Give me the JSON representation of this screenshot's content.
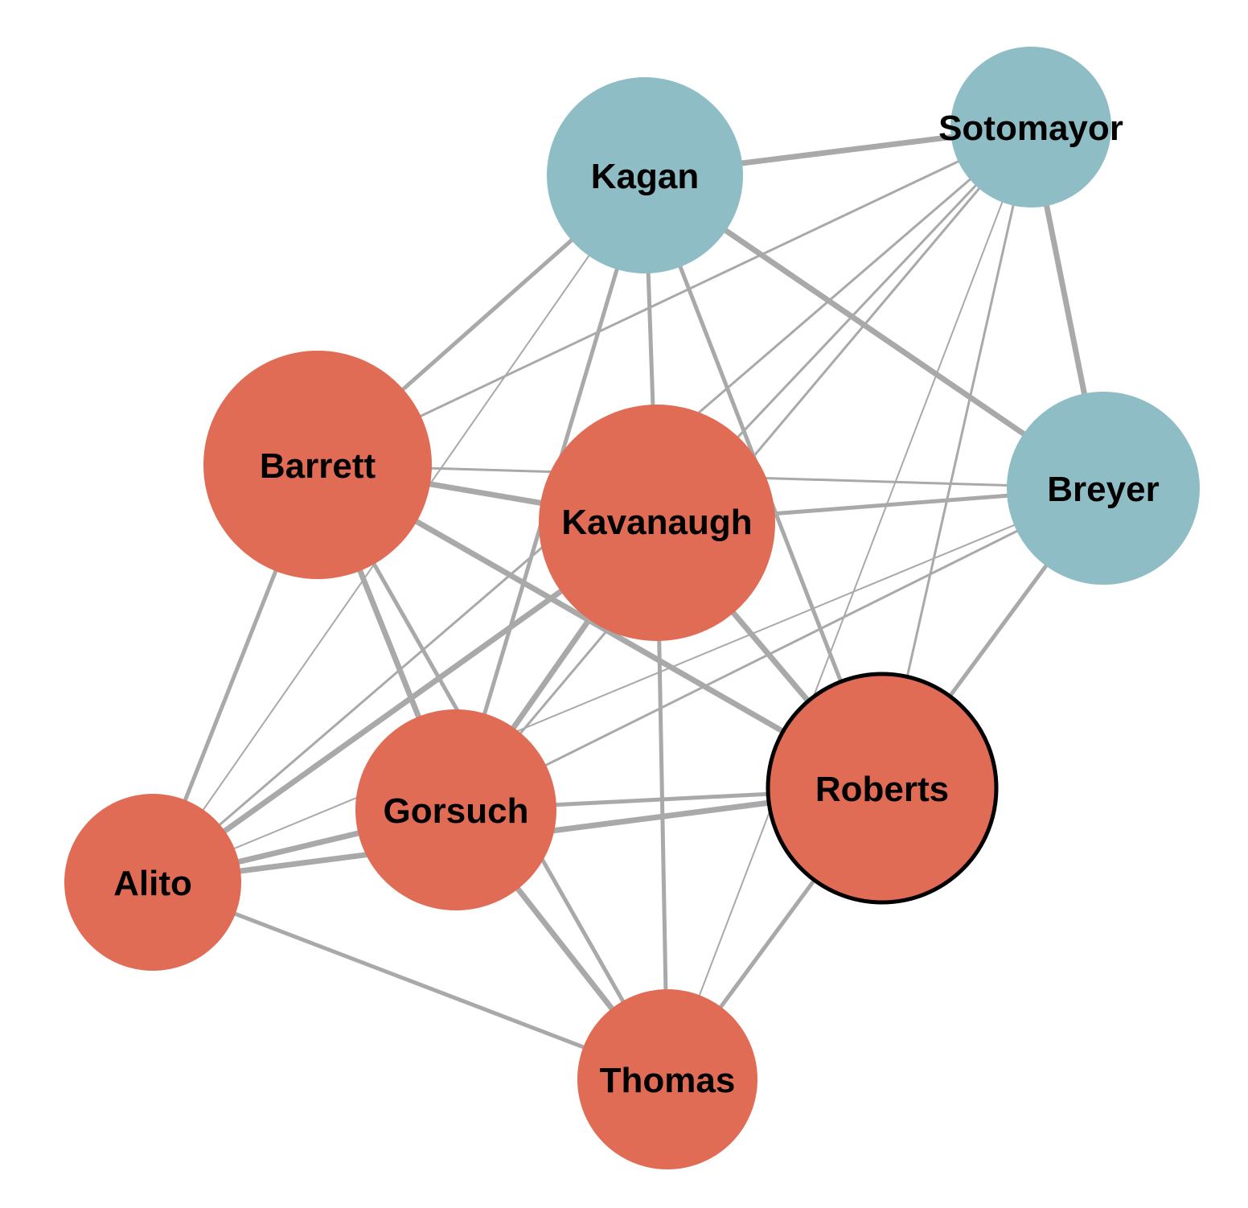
{
  "colors": {
    "conservative": "#e06c56",
    "liberal": "#8fbdc6",
    "edge": "#a9a9a9",
    "highlight_stroke": "#000000"
  },
  "nodes": [
    {
      "id": "sotomayor",
      "label": "Sotomayor",
      "group": "liberal",
      "highlighted": false
    },
    {
      "id": "kagan",
      "label": "Kagan",
      "group": "liberal",
      "highlighted": false
    },
    {
      "id": "breyer",
      "label": "Breyer",
      "group": "liberal",
      "highlighted": false
    },
    {
      "id": "barrett",
      "label": "Barrett",
      "group": "conservative",
      "highlighted": false
    },
    {
      "id": "kavanaugh",
      "label": "Kavanaugh",
      "group": "conservative",
      "highlighted": false
    },
    {
      "id": "gorsuch",
      "label": "Gorsuch",
      "group": "conservative",
      "highlighted": false
    },
    {
      "id": "roberts",
      "label": "Roberts",
      "group": "conservative",
      "highlighted": true
    },
    {
      "id": "alito",
      "label": "Alito",
      "group": "conservative",
      "highlighted": false
    },
    {
      "id": "thomas",
      "label": "Thomas",
      "group": "conservative",
      "highlighted": false
    }
  ],
  "edges": [
    {
      "source": "kagan",
      "target": "sotomayor",
      "weight": 3
    },
    {
      "source": "sotomayor",
      "target": "breyer",
      "weight": 3
    },
    {
      "source": "kagan",
      "target": "breyer",
      "weight": 3
    },
    {
      "source": "sotomayor",
      "target": "barrett",
      "weight": 1
    },
    {
      "source": "sotomayor",
      "target": "kavanaugh",
      "weight": 1
    },
    {
      "source": "sotomayor",
      "target": "gorsuch",
      "weight": 1
    },
    {
      "source": "sotomayor",
      "target": "roberts",
      "weight": 1
    },
    {
      "source": "sotomayor",
      "target": "alito",
      "weight": 1
    },
    {
      "source": "sotomayor",
      "target": "thomas",
      "weight": 0.5
    },
    {
      "source": "kagan",
      "target": "barrett",
      "weight": 2
    },
    {
      "source": "kagan",
      "target": "kavanaugh",
      "weight": 2
    },
    {
      "source": "kagan",
      "target": "gorsuch",
      "weight": 2
    },
    {
      "source": "kagan",
      "target": "roberts",
      "weight": 2
    },
    {
      "source": "kagan",
      "target": "alito",
      "weight": 0.5
    },
    {
      "source": "breyer",
      "target": "barrett",
      "weight": 1
    },
    {
      "source": "breyer",
      "target": "kavanaugh",
      "weight": 2
    },
    {
      "source": "breyer",
      "target": "gorsuch",
      "weight": 1
    },
    {
      "source": "breyer",
      "target": "roberts",
      "weight": 2
    },
    {
      "source": "breyer",
      "target": "alito",
      "weight": 0.5
    },
    {
      "source": "barrett",
      "target": "kavanaugh",
      "weight": 3
    },
    {
      "source": "barrett",
      "target": "gorsuch",
      "weight": 3
    },
    {
      "source": "barrett",
      "target": "roberts",
      "weight": 3
    },
    {
      "source": "barrett",
      "target": "alito",
      "weight": 2
    },
    {
      "source": "barrett",
      "target": "thomas",
      "weight": 2
    },
    {
      "source": "kavanaugh",
      "target": "gorsuch",
      "weight": 3
    },
    {
      "source": "kavanaugh",
      "target": "roberts",
      "weight": 3
    },
    {
      "source": "kavanaugh",
      "target": "alito",
      "weight": 3
    },
    {
      "source": "kavanaugh",
      "target": "thomas",
      "weight": 2
    },
    {
      "source": "gorsuch",
      "target": "roberts",
      "weight": 2
    },
    {
      "source": "gorsuch",
      "target": "alito",
      "weight": 3
    },
    {
      "source": "gorsuch",
      "target": "thomas",
      "weight": 3
    },
    {
      "source": "roberts",
      "target": "alito",
      "weight": 3
    },
    {
      "source": "roberts",
      "target": "thomas",
      "weight": 2
    },
    {
      "source": "alito",
      "target": "thomas",
      "weight": 2
    }
  ]
}
